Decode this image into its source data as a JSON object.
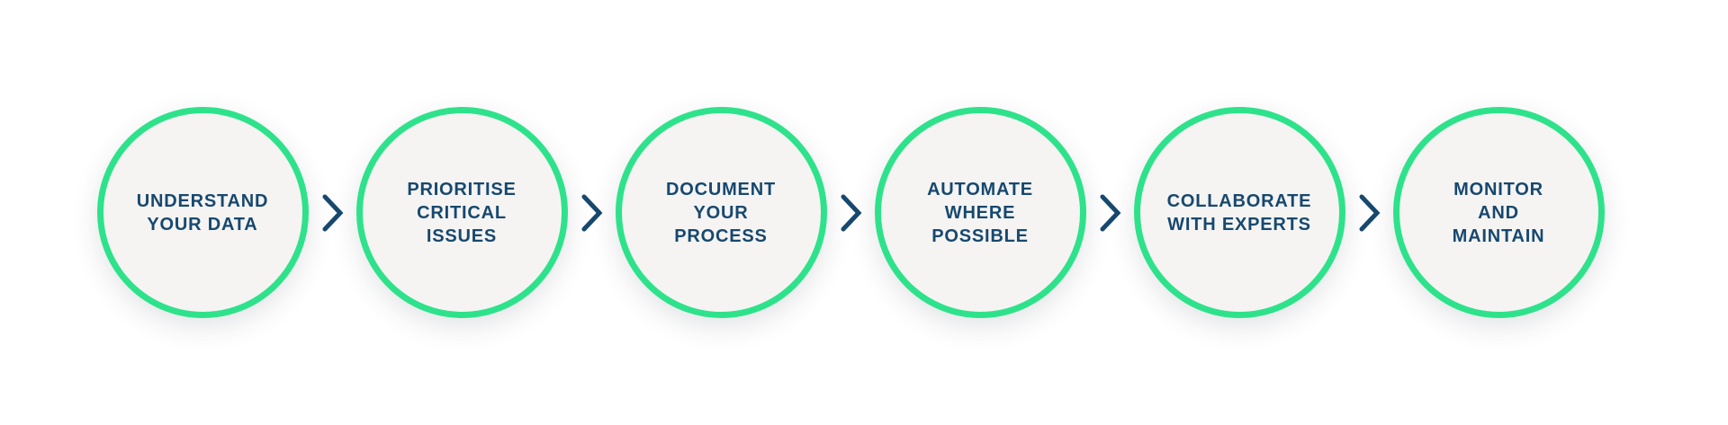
{
  "diagram": {
    "type": "process-flow",
    "direction": "left-to-right",
    "steps": [
      {
        "index": 1,
        "label": "UNDERSTAND\nYOUR DATA"
      },
      {
        "index": 2,
        "label": "PRIORITISE\nCRITICAL\nISSUES"
      },
      {
        "index": 3,
        "label": "DOCUMENT\nYOUR\nPROCESS"
      },
      {
        "index": 4,
        "label": "AUTOMATE\nWHERE\nPOSSIBLE"
      },
      {
        "index": 5,
        "label": "COLLABORATE\nWITH EXPERTS"
      },
      {
        "index": 6,
        "label": "MONITOR\nAND\nMAINTAIN"
      }
    ],
    "connector_icon": "chevron-right",
    "colors": {
      "circle_border": "#2ee28b",
      "circle_fill": "#f5f4f2",
      "text": "#17486f",
      "chevron": "#17486f",
      "background": "#ffffff"
    }
  }
}
